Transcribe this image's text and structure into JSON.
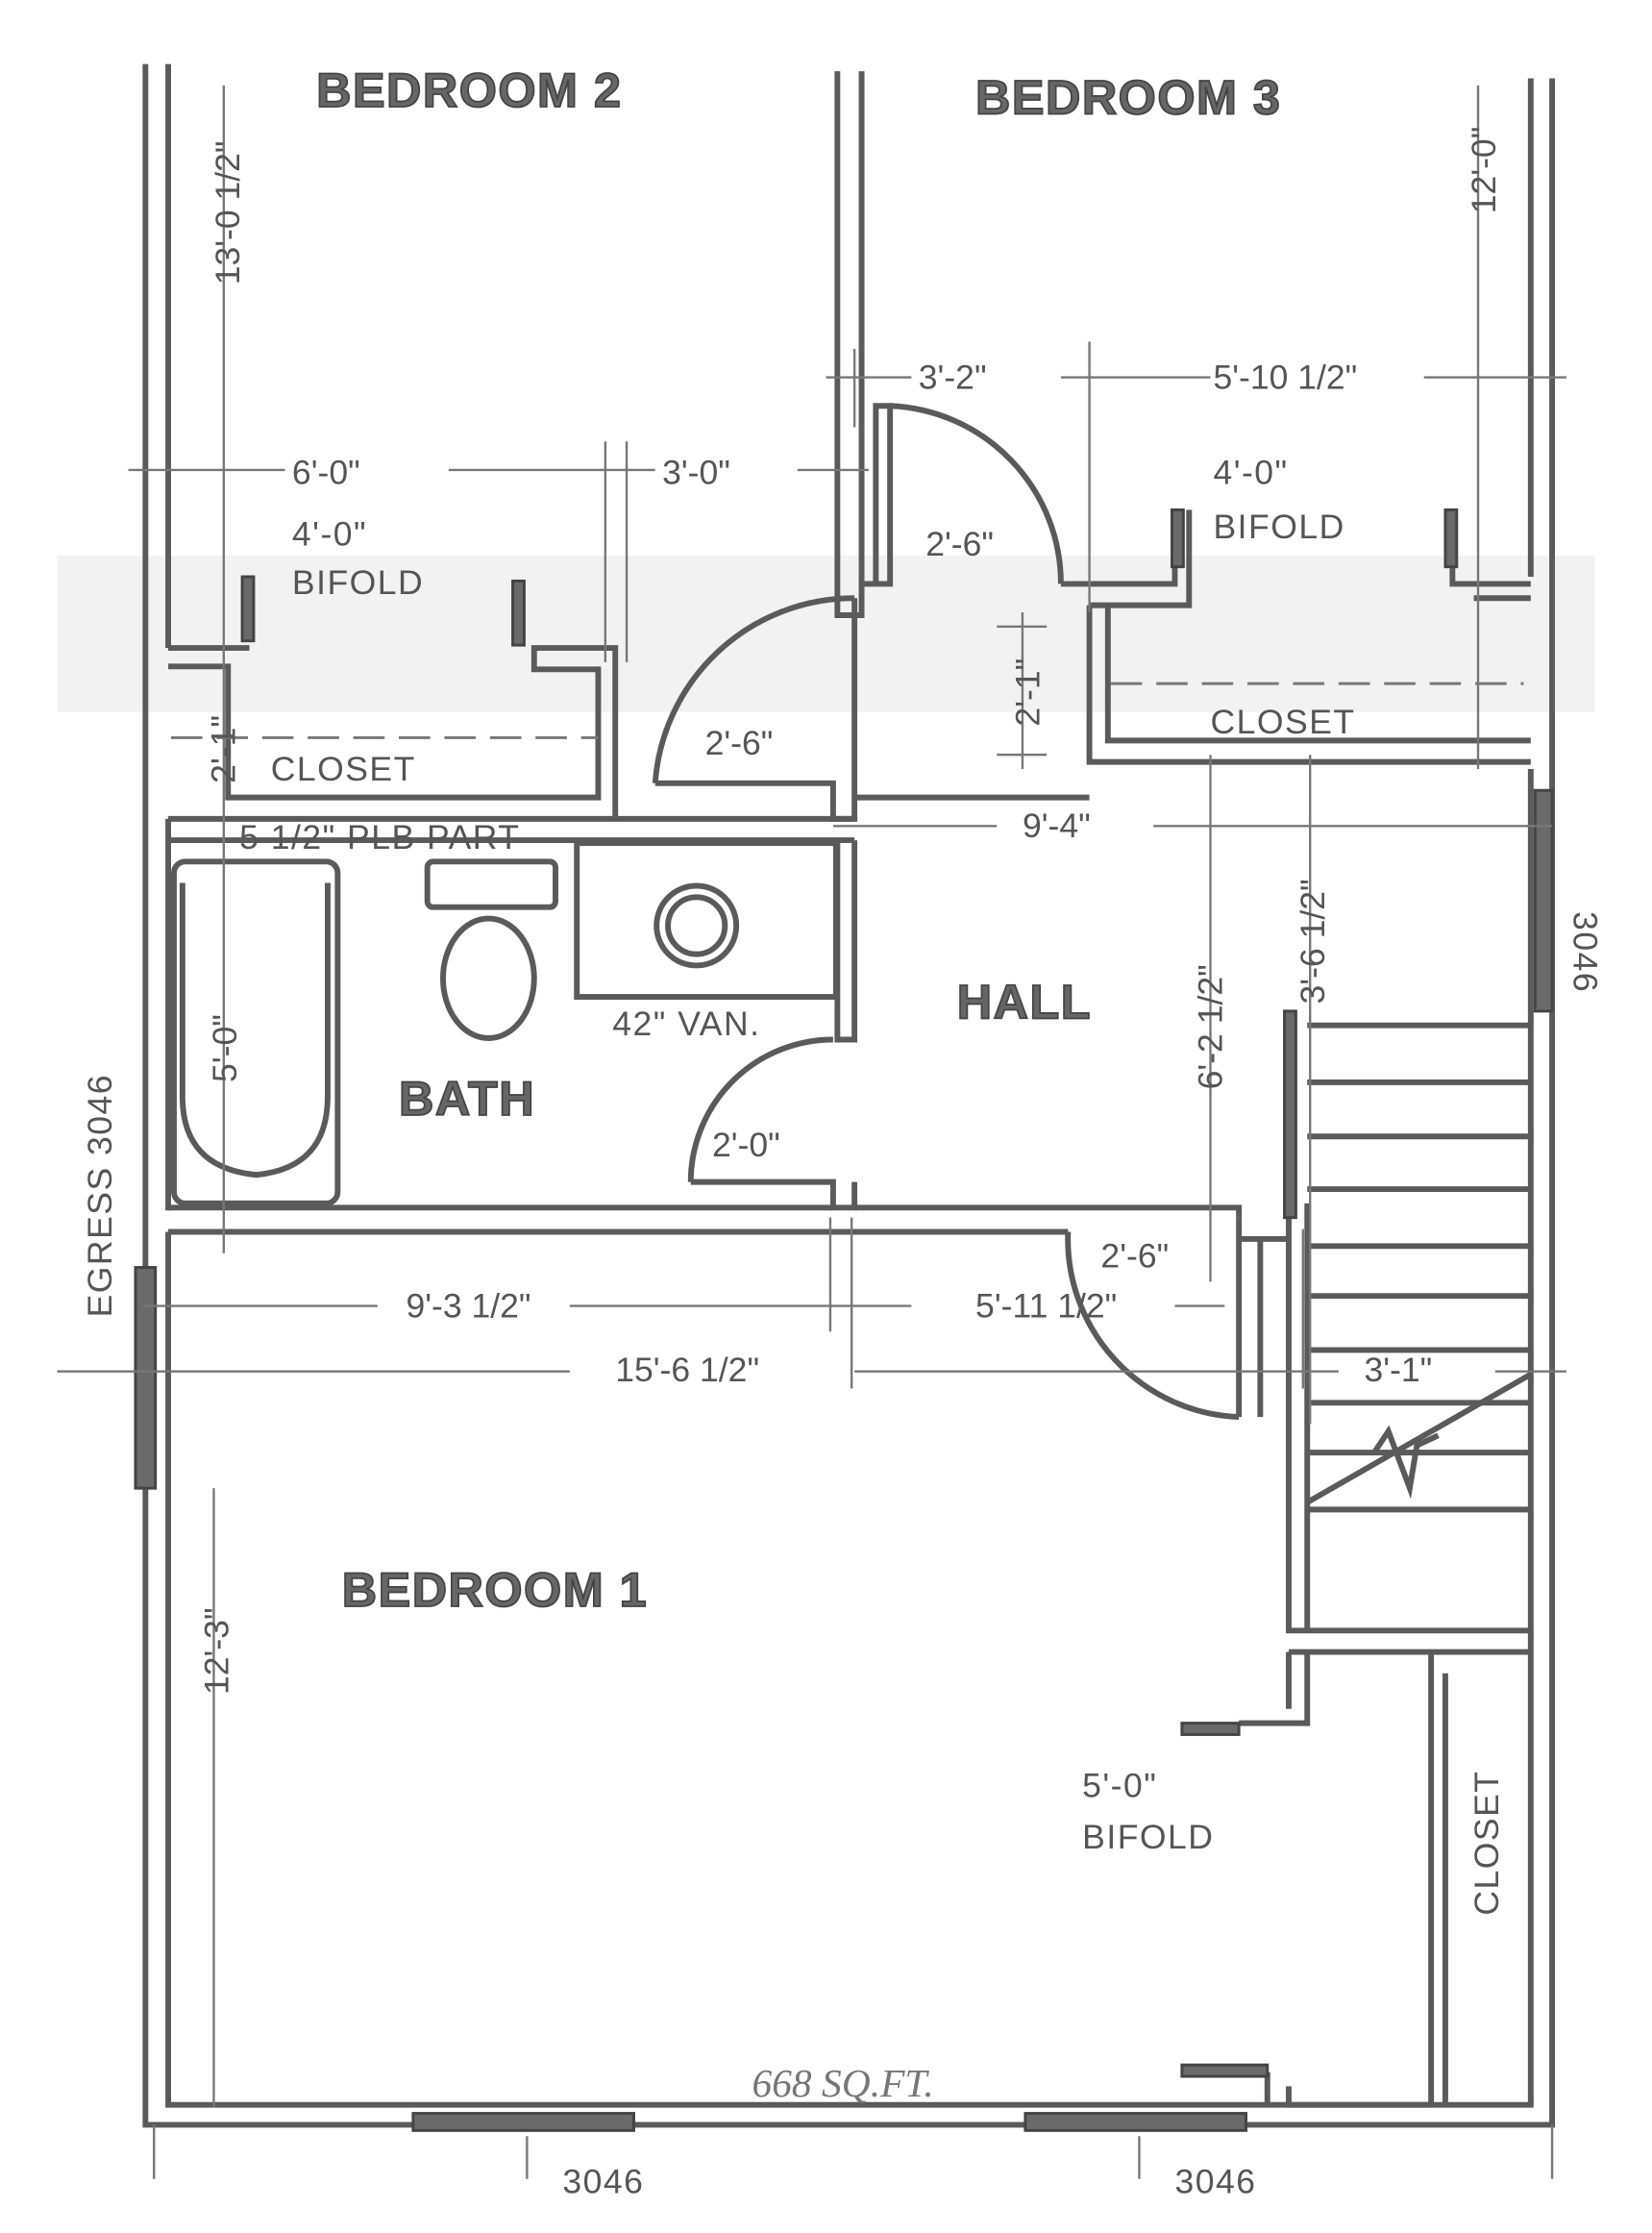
{
  "rooms": {
    "bedroom2": "BEDROOM 2",
    "bedroom3": "BEDROOM 3",
    "hall": "HALL",
    "bath": "BATH",
    "bedroom1": "BEDROOM 1",
    "closet_b2": "CLOSET",
    "closet_b3": "CLOSET",
    "closet_b1": "CLOSET"
  },
  "labels": {
    "bifold_b2_size": "4'-0\"",
    "bifold_b2": "BIFOLD",
    "bifold_b3_size": "4'-0\"",
    "bifold_b3": "BIFOLD",
    "bifold_b1_size": "5'-0\"",
    "bifold_b1": "BIFOLD",
    "vanity": "42\" VAN.",
    "plb_part": "5 1/2\" PLB PART",
    "egress_window": "EGRESS 3046",
    "window_right": "3046",
    "window_bottom_left": "3046",
    "window_bottom_right": "3046",
    "area": "668 SQ.FT."
  },
  "dimensions": {
    "bedroom2_depth": "13'-0 1/2\"",
    "bedroom3_depth": "12'-0\"",
    "b2_width": "6'-0\"",
    "b2_offset": "3'-0\"",
    "b3_offset": "3'-2\"",
    "b3_width": "5'-10 1/2\"",
    "door_b3": "2'-6\"",
    "closet_b2_depth": "2'-1\"",
    "closet_b3_depth": "2'-1\"",
    "door_b2": "2'-6\"",
    "hall_width": "9'-4\"",
    "hall_depth": "6'-2 1/2\"",
    "stair_landing": "3'-6 1/2\"",
    "tub": "5'-0\"",
    "door_bath": "2'-0\"",
    "door_b1": "2'-6\"",
    "b1_seg1": "9'-3 1/2\"",
    "b1_seg2": "5'-11 1/2\"",
    "b1_width": "15'-6 1/2\"",
    "stair_width": "3'-1\"",
    "bedroom1_depth": "12'-3\""
  },
  "colors": {
    "line": "#5a5a5a",
    "paper": "#ffffff"
  }
}
